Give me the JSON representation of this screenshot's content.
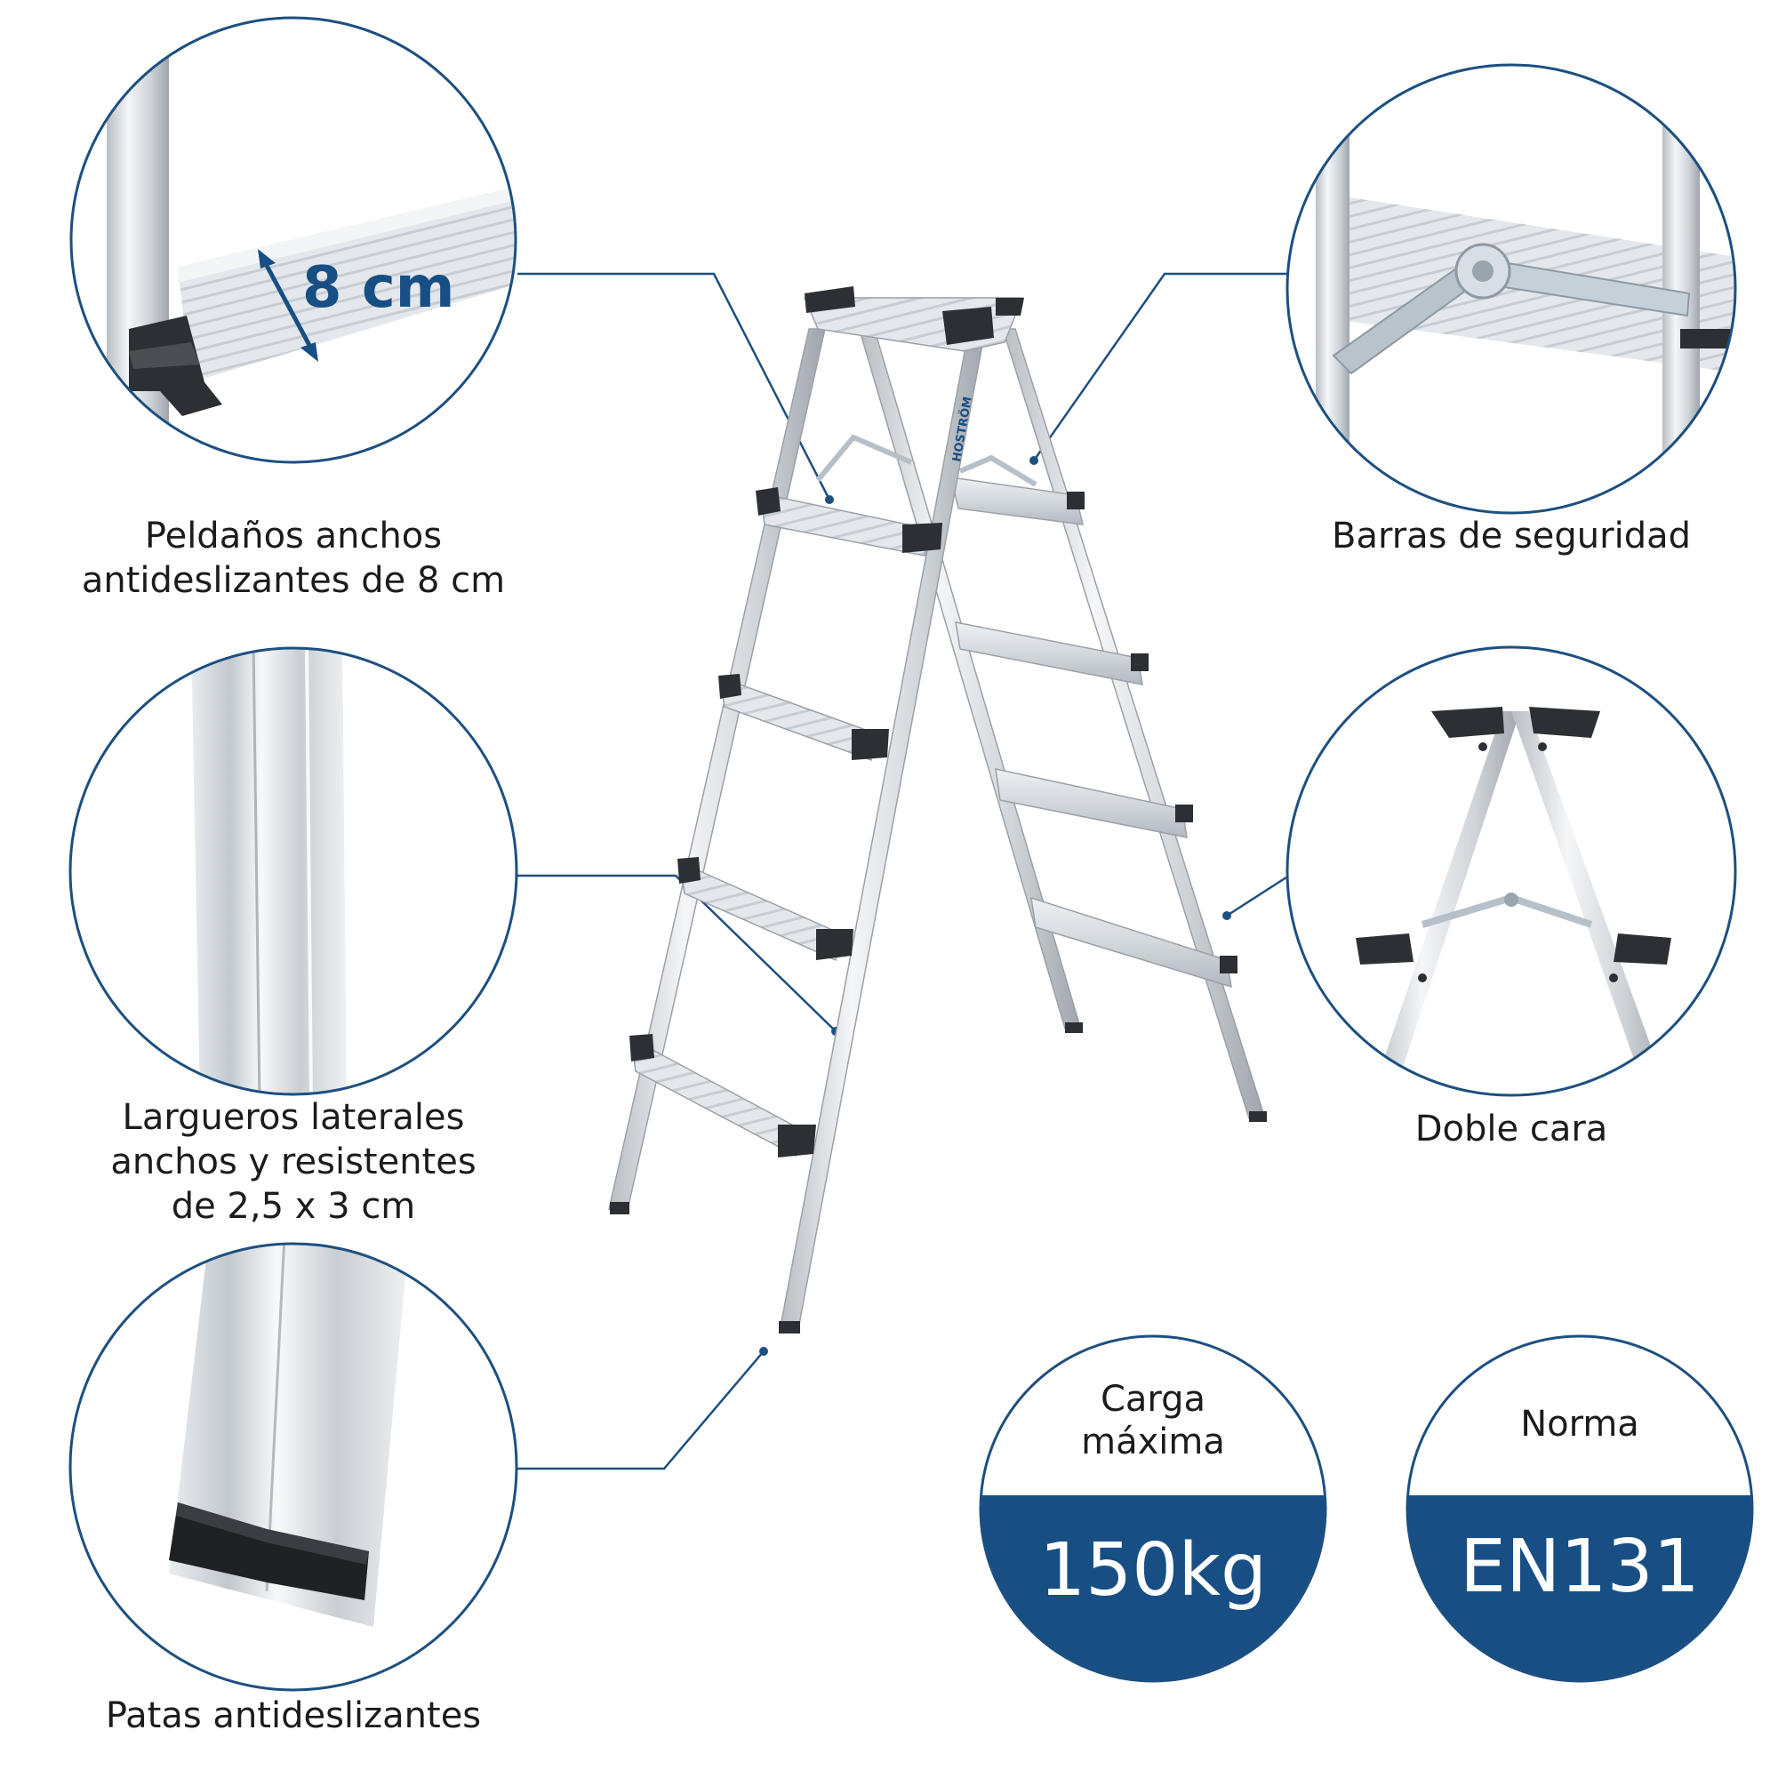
{
  "features": {
    "steps": {
      "measure": "8 cm",
      "caption_lines": [
        "Peldaños anchos",
        "antideslizantes de 8 cm"
      ]
    },
    "safety_bars": {
      "caption_lines": [
        "Barras de seguridad"
      ]
    },
    "rails": {
      "caption_lines": [
        "Largueros laterales",
        "anchos y resistentes",
        "de 2,5 x 3 cm"
      ]
    },
    "double_side": {
      "caption_lines": [
        "Doble cara"
      ]
    },
    "feet": {
      "caption_lines": [
        "Patas antideslizantes"
      ]
    }
  },
  "brand": {
    "name": "HOSTRÖM"
  },
  "badges": {
    "max_load": {
      "title_lines": [
        "Carga",
        "máxima"
      ],
      "value": "150kg"
    },
    "standard": {
      "title_lines": [
        "Norma"
      ],
      "value": "EN131"
    }
  },
  "colors": {
    "accent": "#174f85",
    "circle_stroke": "#1d4f80",
    "text": "#1c1c1c",
    "aluminium": "#d9dde2",
    "rubber": "#2c2f33"
  },
  "icons": {
    "step_detail": "step-closeup-icon",
    "hinge_detail": "hinge-closeup-icon",
    "rail_detail": "rail-closeup-icon",
    "double_side_detail": "double-side-ladder-icon",
    "foot_detail": "foot-closeup-icon"
  }
}
